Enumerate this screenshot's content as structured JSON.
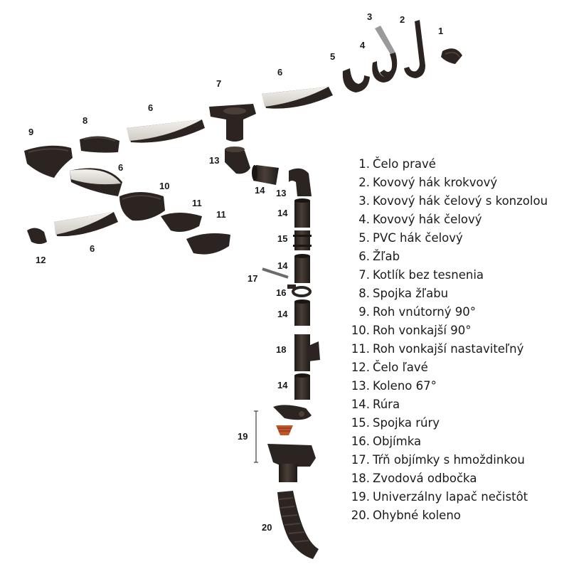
{
  "diagram": {
    "callouts": [
      {
        "id": "c1",
        "text": "1"
      },
      {
        "id": "c2",
        "text": "2"
      },
      {
        "id": "c3",
        "text": "3"
      },
      {
        "id": "c4",
        "text": "4"
      },
      {
        "id": "c5",
        "text": "5"
      },
      {
        "id": "c6a",
        "text": "6"
      },
      {
        "id": "c7",
        "text": "7"
      },
      {
        "id": "c6b",
        "text": "6"
      },
      {
        "id": "c9",
        "text": "9"
      },
      {
        "id": "c8",
        "text": "8"
      },
      {
        "id": "c6c",
        "text": "6"
      },
      {
        "id": "c13a",
        "text": "13"
      },
      {
        "id": "c14a",
        "text": "14"
      },
      {
        "id": "c13b",
        "text": "13"
      },
      {
        "id": "c10",
        "text": "10"
      },
      {
        "id": "c11a",
        "text": "11"
      },
      {
        "id": "c11b",
        "text": "11"
      },
      {
        "id": "c6d",
        "text": "6"
      },
      {
        "id": "c12",
        "text": "12"
      },
      {
        "id": "c14b",
        "text": "14"
      },
      {
        "id": "c15",
        "text": "15"
      },
      {
        "id": "c14c",
        "text": "14"
      },
      {
        "id": "c17",
        "text": "17"
      },
      {
        "id": "c16",
        "text": "16"
      },
      {
        "id": "c14d",
        "text": "14"
      },
      {
        "id": "c18",
        "text": "18"
      },
      {
        "id": "c14e",
        "text": "14"
      },
      {
        "id": "c19",
        "text": "19"
      },
      {
        "id": "c20",
        "text": "20"
      }
    ]
  },
  "legend": [
    {
      "number": "1.",
      "label": "Čelo pravé"
    },
    {
      "number": "2.",
      "label": "Kovový hák krokvový"
    },
    {
      "number": "3.",
      "label": "Kovový hák čelový s konzolou"
    },
    {
      "number": "4.",
      "label": "Kovový hák čelový"
    },
    {
      "number": "5.",
      "label": "PVC hák čelový"
    },
    {
      "number": "6.",
      "label": "Žľab"
    },
    {
      "number": "7.",
      "label": "Kotlík bez tesnenia"
    },
    {
      "number": "8.",
      "label": "Spojka žľabu"
    },
    {
      "number": "9.",
      "label": "Roh vnútorný 90°"
    },
    {
      "number": "10.",
      "label": "Roh vonkajší 90°"
    },
    {
      "number": "11.",
      "label": "Roh vonkajší nastaviteľný"
    },
    {
      "number": "12.",
      "label": "Čelo ľavé"
    },
    {
      "number": "13.",
      "label": "Koleno  67°"
    },
    {
      "number": "14.",
      "label": "Rúra"
    },
    {
      "number": "15.",
      "label": "Spojka rúry"
    },
    {
      "number": "16.",
      "label": "Objímka"
    },
    {
      "number": "17.",
      "label": "Tŕň objímky s hmoždinkou"
    },
    {
      "number": "18.",
      "label": "Zvodová odbočka"
    },
    {
      "number": "19.",
      "label": "Univerzálny lapač nečistôt"
    },
    {
      "number": "20.",
      "label": "Ohybné koleno"
    }
  ],
  "colors": {
    "part": "#2b2420",
    "part_highlight": "#4a3f38",
    "gutter_inner": "#e9e6e1",
    "filter_basket": "#c0562e",
    "pin": "#6b6b6b",
    "text": "#1a1a1a"
  }
}
